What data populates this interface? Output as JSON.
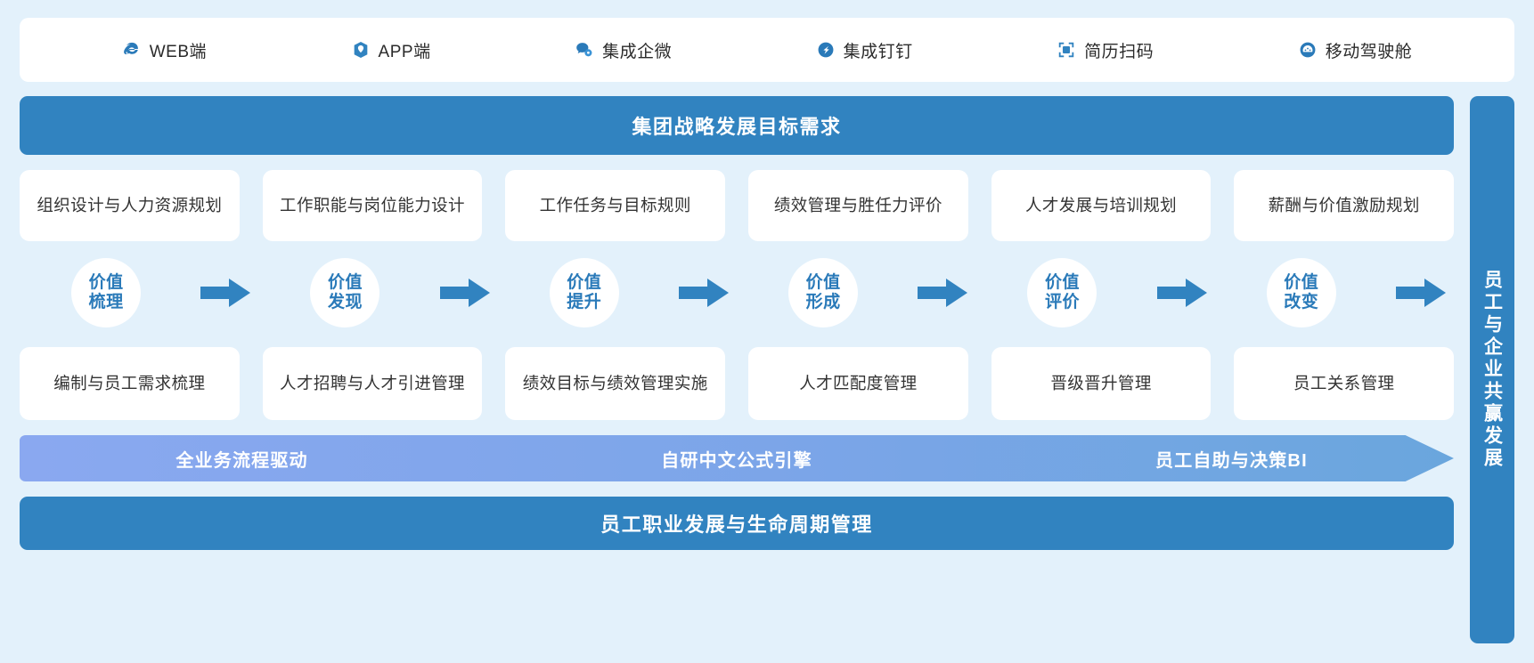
{
  "channels": [
    {
      "icon": "ie-browser-icon",
      "label": "WEB端"
    },
    {
      "icon": "app-cube-icon",
      "label": "APP端"
    },
    {
      "icon": "wechat-work-icon",
      "label": "集成企微"
    },
    {
      "icon": "dingtalk-icon",
      "label": "集成钉钉"
    },
    {
      "icon": "resume-scan-icon",
      "label": "简历扫码"
    },
    {
      "icon": "mobile-cockpit-icon",
      "label": "移动驾驶舱"
    }
  ],
  "strategy_bar": {
    "title": "集团战略发展目标需求"
  },
  "top_cards": [
    {
      "label": "组织设计与人力资源规划"
    },
    {
      "label": "工作职能与岗位能力设计"
    },
    {
      "label": "工作任务与目标规则"
    },
    {
      "label": "绩效管理与胜任力评价"
    },
    {
      "label": "人才发展与培训规划"
    },
    {
      "label": "薪酬与价值激励规划"
    }
  ],
  "stages": [
    {
      "line1": "价值",
      "line2": "梳理"
    },
    {
      "line1": "价值",
      "line2": "发现"
    },
    {
      "line1": "价值",
      "line2": "提升"
    },
    {
      "line1": "价值",
      "line2": "形成"
    },
    {
      "line1": "价值",
      "line2": "评价"
    },
    {
      "line1": "价值",
      "line2": "改变"
    }
  ],
  "bottom_cards": [
    {
      "label": "编制与员工需求梳理"
    },
    {
      "label": "人才招聘与人才引进管理"
    },
    {
      "label": "绩效目标与绩效管理实施"
    },
    {
      "label": "人才匹配度管理"
    },
    {
      "label": "晋级晋升管理"
    },
    {
      "label": "员工关系管理"
    }
  ],
  "chevron": {
    "labels": [
      "全业务流程驱动",
      "自研中文公式引擎",
      "员工自助与决策BI"
    ]
  },
  "lifecycle_bar": {
    "title": "员工职业发展与生命周期管理"
  },
  "side_panel": {
    "title": "员工与企业共赢发展"
  },
  "colors": {
    "canvas": "#e3f1fb",
    "bar_blue": "#3183c0",
    "arrow_blue": "#3183c0",
    "chevron_start": "#8aa8f0",
    "chevron_end": "#6aa6dd",
    "circle_text": "#2a7ab9",
    "card_text": "#333333"
  }
}
